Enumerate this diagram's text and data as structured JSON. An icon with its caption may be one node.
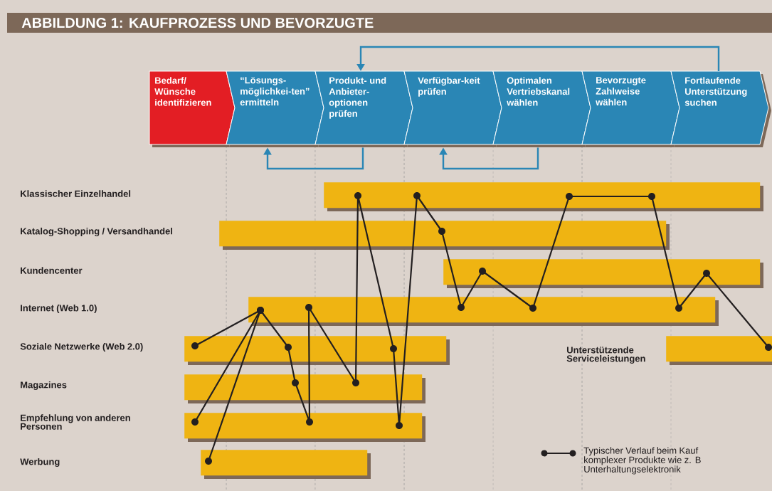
{
  "diagram": {
    "title": "ABBILDUNG 1: KAUFPROZESS UND BEVORZUGTE",
    "nodes": [
      {
        "text": [
          "Bedarf/ Wünsche identifizieren"
        ]
      },
      {
        "text": [
          "“Lösungs-möglichkei-ten” ermitteln"
        ]
      },
      {
        "text": [
          "Produkt- und Anbieter-optionen prüfen"
        ]
      },
      {
        "text": [
          "Verfügbar-keit prüfen"
        ]
      },
      {
        "text": [
          "Optimalen Vertriebskanal wählen"
        ]
      },
      {
        "text": [
          "Bevorzugte Zahlweise wählen"
        ]
      },
      {
        "text": [
          "Fortlaufende Unterstützung suchen"
        ]
      },
      {
        "text": [],
        "shape": "bar"
      },
      {
        "text": [],
        "shape": "bar"
      },
      {
        "text": [],
        "shape": "bar"
      },
      {
        "text": [],
        "shape": "bar"
      },
      {
        "text": [],
        "shape": "bar"
      },
      {
        "text": [],
        "shape": "bar"
      },
      {
        "text": [],
        "shape": "bar"
      },
      {
        "text": [],
        "shape": "bar"
      },
      {
        "text": [],
        "shape": "bar"
      }
    ],
    "edges": [
      {
        "from": 6,
        "to": 2,
        "arrow": "to"
      },
      {
        "from": 2,
        "to": 1,
        "arrow": "to"
      },
      {
        "from": 4,
        "to": 3,
        "arrow": "to"
      }
    ],
    "labels": [
      "Klassischer Einzelhandel",
      "Katalog-Shopping / Versandhandel",
      "Kundencenter",
      "Internet (Web 1.0)",
      "Soziale Netzwerke (Web 2.0)",
      "Unterstützende Serviceleistungen",
      "Magazines",
      "Empfehlung von anderen Personen",
      "Werbung"
    ],
    "legend": [
      {
        "text": "Typischer Verlauf beim Kauf komplexer Produkte wie z. B Unterhaltungselektronik"
      }
    ]
  }
}
